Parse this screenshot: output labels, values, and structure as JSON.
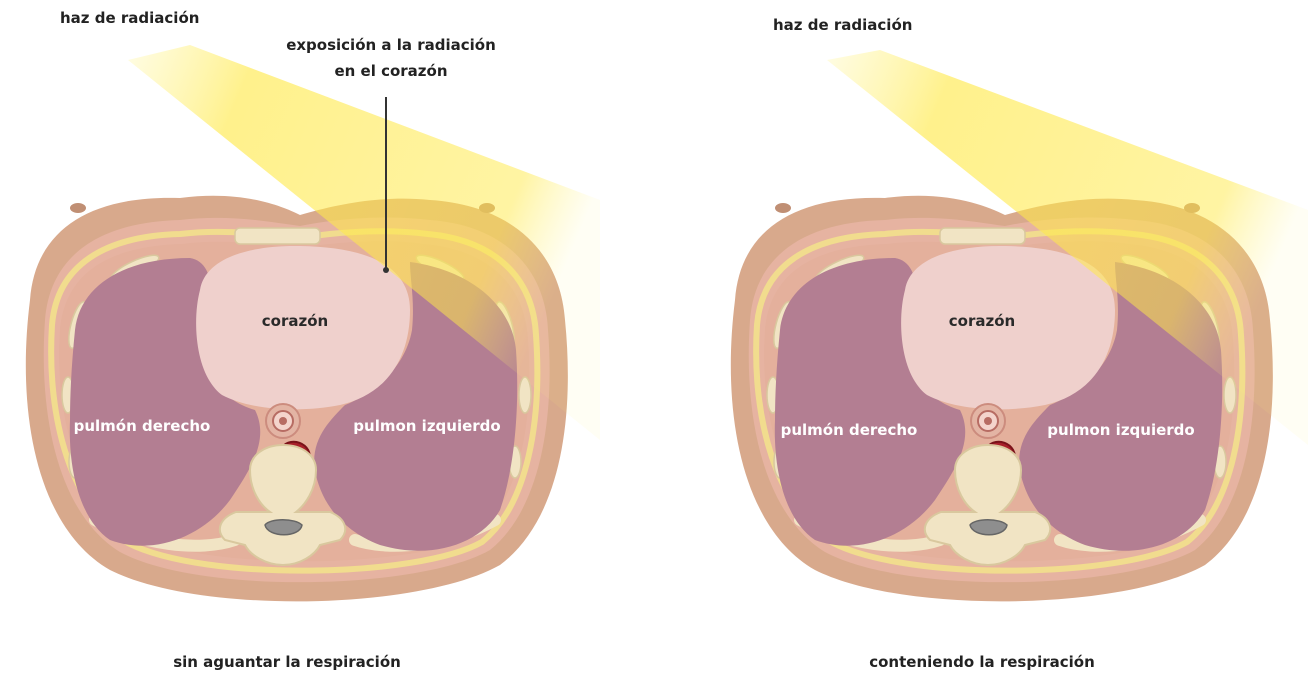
{
  "left_panel": {
    "beam_label": "haz de radiación",
    "exposure_label_line1": "exposición a la radiación",
    "exposure_label_line2": "en el corazón",
    "heart_label": "corazón",
    "right_lung_label": "pulmón derecho",
    "left_lung_label": "pulmon izquierdo",
    "caption": "sin aguantar la respiración"
  },
  "right_panel": {
    "beam_label": "haz de radiación",
    "heart_label": "corazón",
    "right_lung_label": "pulmón derecho",
    "left_lung_label": "pulmon izquierdo",
    "caption": "conteniendo la respiración"
  },
  "colors": {
    "skin": "#d8a98c",
    "muscle": "#e6b3a1",
    "fat_ring": "#f1dc8e",
    "lung": "#b37e92",
    "heart": "#efd0cc",
    "bone": "#f1e4c4",
    "aorta": "#a8202a",
    "beam": "#fff27a"
  }
}
